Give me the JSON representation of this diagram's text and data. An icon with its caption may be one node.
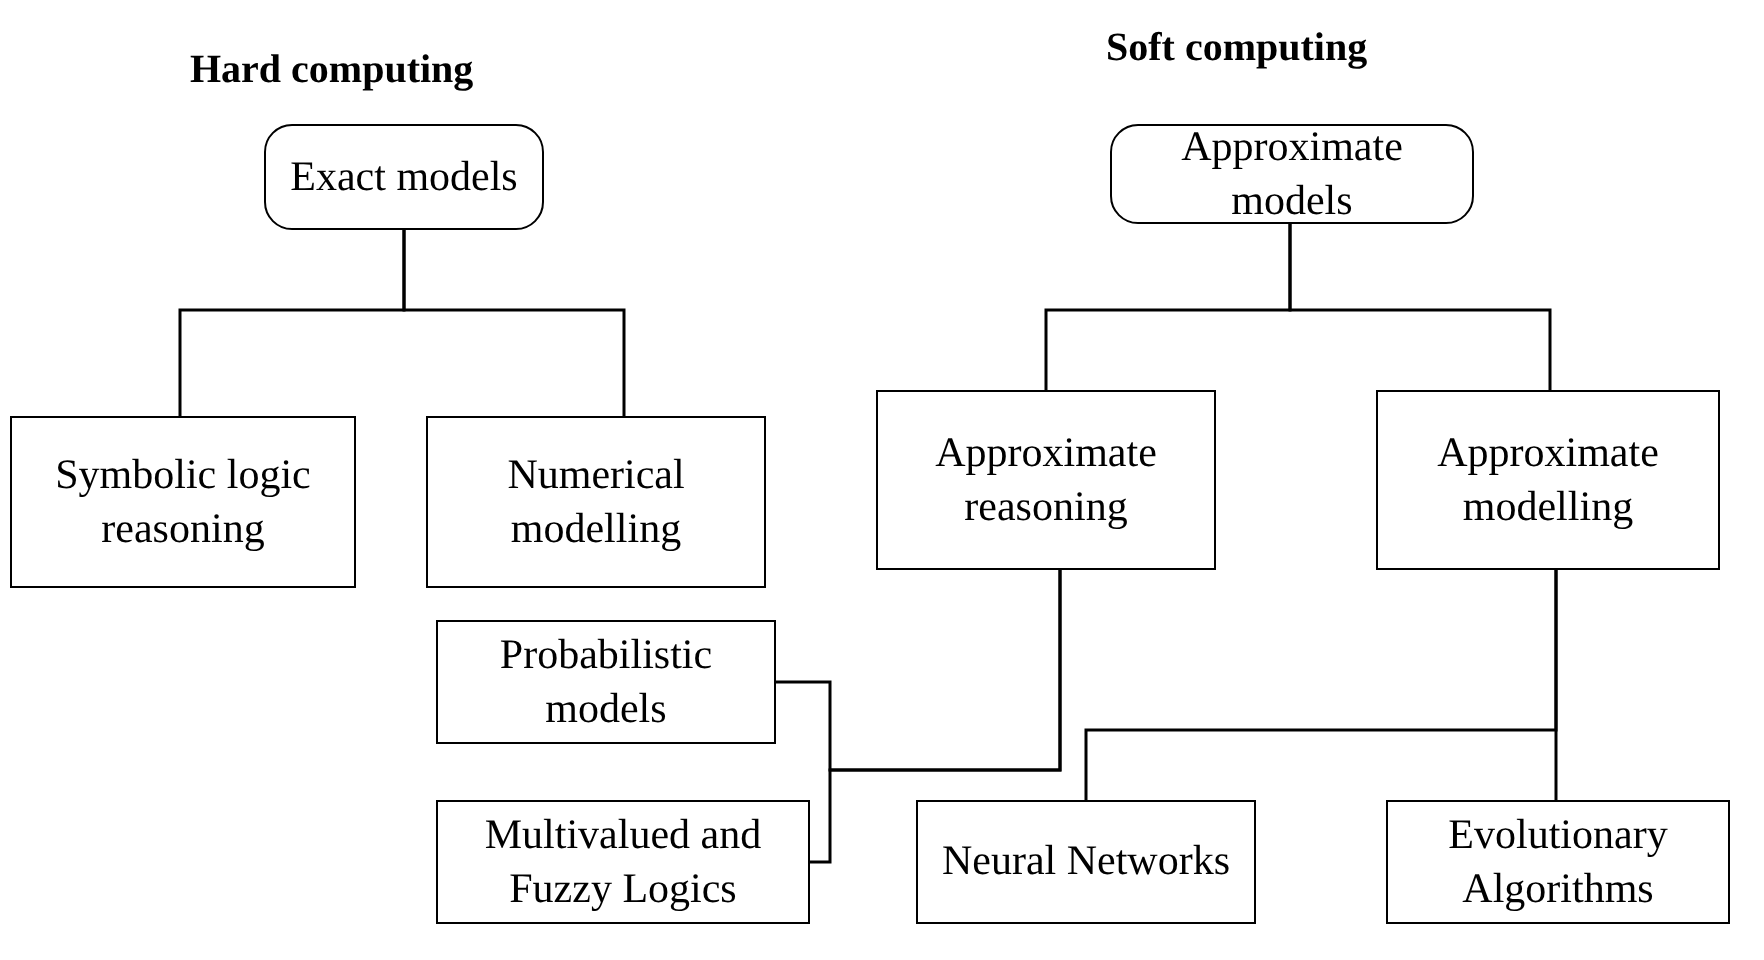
{
  "diagram": {
    "nodes": [
      {
        "text": [
          "Exact models"
        ]
      },
      {
        "text": [
          "Approximate models"
        ]
      },
      {
        "text": [
          "Symbolic logic reasoning"
        ]
      },
      {
        "text": [
          "Numerical modelling"
        ]
      },
      {
        "text": [
          "Approximate reasoning"
        ]
      },
      {
        "text": [
          "Approximate modelling"
        ]
      },
      {
        "text": [
          "Probabilistic models"
        ]
      },
      {
        "text": [
          "Multivalued and Fuzzy Logics"
        ]
      },
      {
        "text": [
          "Neural Networks"
        ]
      },
      {
        "text": [
          "Evolutionary Algorithms"
        ]
      }
    ],
    "edges": [
      {
        "from": 0,
        "to": 2,
        "arrow": "none"
      },
      {
        "from": 0,
        "to": 3,
        "arrow": "none"
      },
      {
        "from": 1,
        "to": 4,
        "arrow": "none"
      },
      {
        "from": 1,
        "to": 5,
        "arrow": "none"
      },
      {
        "from": 4,
        "to": 6,
        "arrow": "none"
      },
      {
        "from": 4,
        "to": 7,
        "arrow": "none"
      },
      {
        "from": 5,
        "to": 8,
        "arrow": "none"
      },
      {
        "from": 5,
        "to": 9,
        "arrow": "none"
      }
    ],
    "labels": [
      "Hard computing",
      "Soft computing"
    ]
  }
}
